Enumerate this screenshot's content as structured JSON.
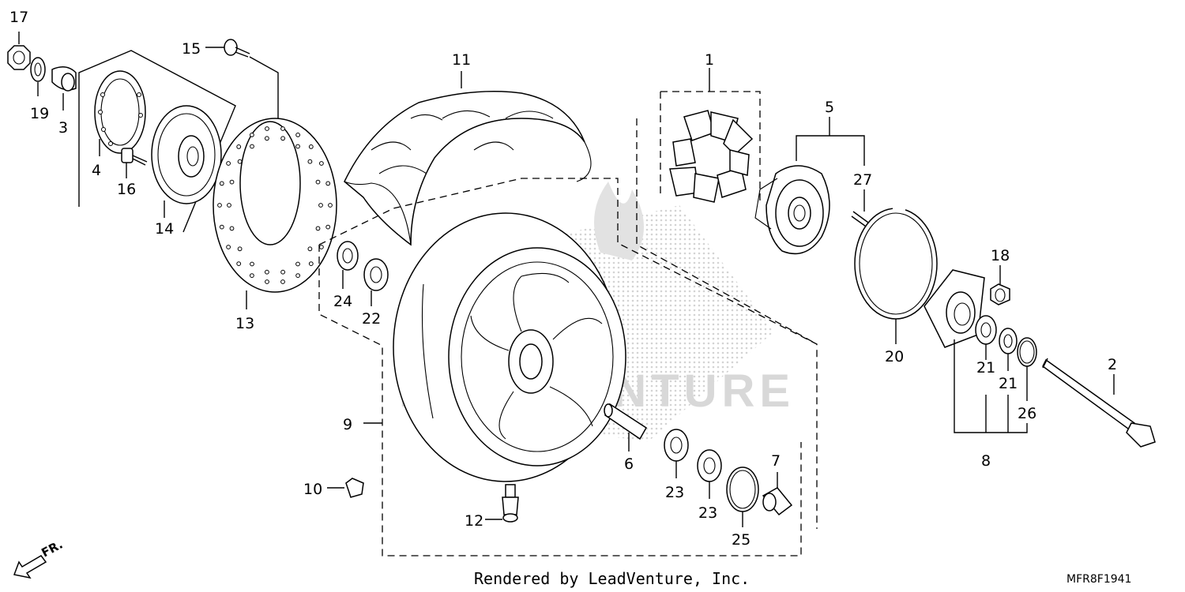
{
  "callouts": {
    "c1": "1",
    "c2": "2",
    "c3": "3",
    "c4": "4",
    "c5": "5",
    "c6": "6",
    "c7": "7",
    "c8": "8",
    "c9": "9",
    "c10": "10",
    "c11": "11",
    "c12": "12",
    "c13": "13",
    "c14": "14",
    "c15": "15",
    "c16": "16",
    "c17": "17",
    "c18": "18",
    "c19": "19",
    "c20": "20",
    "c21a": "21",
    "c21b": "21",
    "c22": "22",
    "c23a": "23",
    "c23b": "23",
    "c24": "24",
    "c25": "25",
    "c26": "26",
    "c27": "27"
  },
  "footer": {
    "credit": "Rendered by LeadVenture, Inc.",
    "diagram_code": "MFR8F1941"
  },
  "direction": {
    "label": "FR."
  },
  "watermark": {
    "text": "LEADVENTURE"
  }
}
